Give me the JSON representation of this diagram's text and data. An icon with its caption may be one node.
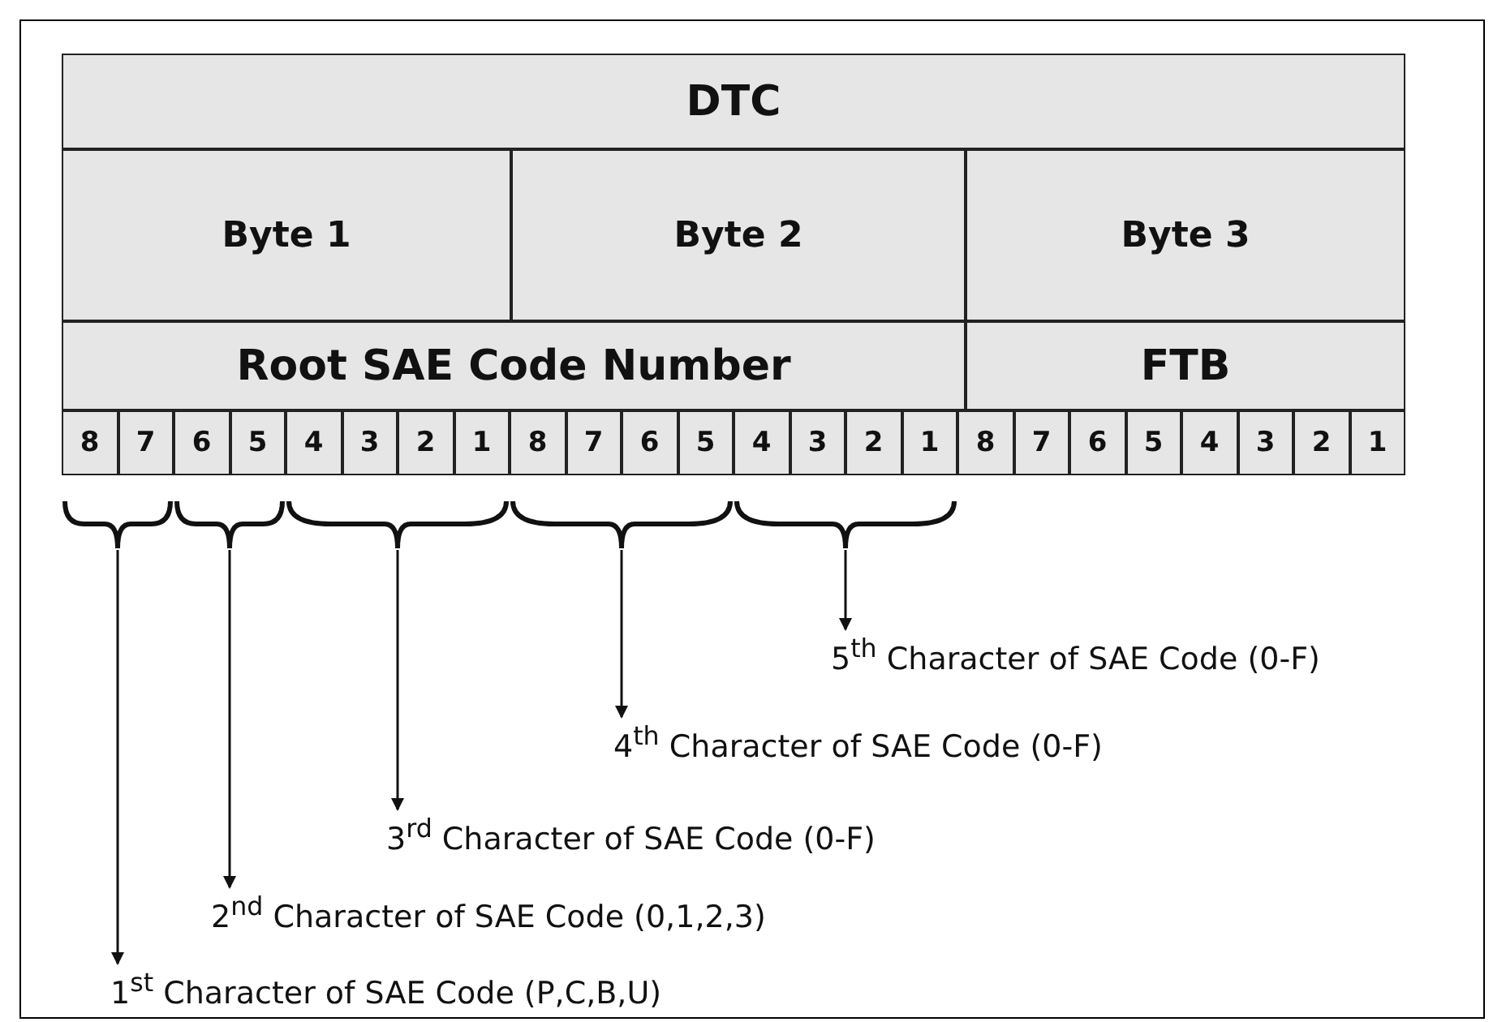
{
  "diagram": {
    "nodes": [
      {
        "text": [
          "DTC"
        ]
      },
      {
        "text": [
          "Byte 1"
        ]
      },
      {
        "text": [
          "Byte 2"
        ]
      },
      {
        "text": [
          "Byte 3"
        ]
      },
      {
        "text": [
          "Root SAE Code Number"
        ]
      },
      {
        "text": [
          "FTB"
        ]
      },
      {
        "text": [
          "8"
        ]
      },
      {
        "text": [
          "7"
        ]
      },
      {
        "text": [
          "6"
        ]
      },
      {
        "text": [
          "5"
        ]
      },
      {
        "text": [
          "4"
        ]
      },
      {
        "text": [
          "3"
        ]
      },
      {
        "text": [
          "2"
        ]
      },
      {
        "text": [
          "1"
        ]
      },
      {
        "text": [
          "8"
        ]
      },
      {
        "text": [
          "7"
        ]
      },
      {
        "text": [
          "6"
        ]
      },
      {
        "text": [
          "5"
        ]
      },
      {
        "text": [
          "4"
        ]
      },
      {
        "text": [
          "3"
        ]
      },
      {
        "text": [
          "2"
        ]
      },
      {
        "text": [
          "1"
        ]
      },
      {
        "text": [
          "8"
        ]
      },
      {
        "text": [
          "7"
        ]
      },
      {
        "text": [
          "6"
        ]
      },
      {
        "text": [
          "5"
        ]
      },
      {
        "text": [
          "4"
        ]
      },
      {
        "text": [
          "3"
        ]
      },
      {
        "text": [
          "2"
        ]
      },
      {
        "text": [
          "1"
        ]
      },
      {
        "text": [],
        "shape": "brace"
      },
      {
        "text": [],
        "shape": "brace"
      },
      {
        "text": [],
        "shape": "brace"
      },
      {
        "text": [],
        "shape": "brace"
      },
      {
        "text": [],
        "shape": "brace"
      },
      {
        "text": [
          "5$^{th}$ Character of SAE Code (0-F)"
        ]
      },
      {
        "text": [
          "4$^{th}$ Character of SAE Code (0-F)"
        ]
      },
      {
        "text": [
          "3$^{rd}$ Character of SAE Code (0-F)"
        ]
      },
      {
        "text": [
          "2$^{nd}$ Character of SAE Code (0,1,2,3)"
        ]
      },
      {
        "text": [
          "1$^{st}$ Character of SAE Code (P,C,B,U)"
        ]
      }
    ],
    "edges": [
      {
        "from": 30,
        "to": 39,
        "arrow": "to"
      },
      {
        "from": 31,
        "to": 38,
        "arrow": "to"
      },
      {
        "from": 32,
        "to": 37,
        "arrow": "to"
      },
      {
        "from": 33,
        "to": 36,
        "arrow": "to"
      },
      {
        "from": 34,
        "to": 35,
        "arrow": "to"
      }
    ]
  }
}
